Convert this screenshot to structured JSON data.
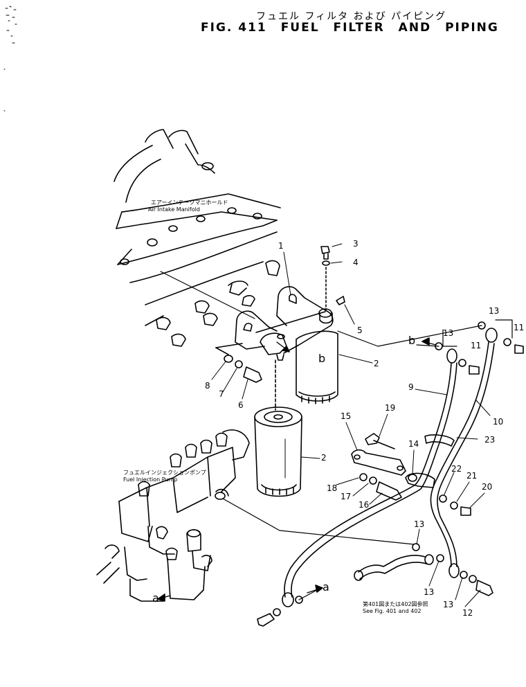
{
  "header": {
    "title_jp": "フュエル フィルタ および パイピング",
    "fig_label": "FIG. 411",
    "title_words": [
      "FUEL",
      "FILTER",
      "AND",
      "PIPING"
    ]
  },
  "labels": {
    "air_intake_jp": "エアーインテークマニホールド",
    "air_intake_en": "Air Intake Manifold",
    "injection_pump_jp": "フュエルインジェクションポンプ",
    "injection_pump_en": "Fuel Injection Pump",
    "see_fig_jp": "第401図または402図参照",
    "see_fig_en": "See Fig. 401 and 402"
  },
  "part_numbers": {
    "p1": "1",
    "p2a": "2",
    "p2b": "2",
    "p3": "3",
    "p4": "4",
    "p5": "5",
    "p6": "6",
    "p7": "7",
    "p8": "8",
    "p9": "9",
    "p10": "10",
    "p11a": "11",
    "p11b": "11",
    "p12": "12",
    "p13a": "13",
    "p13b": "13",
    "p13c": "13",
    "p13d": "13",
    "p13e": "13",
    "p14": "14",
    "p15": "15",
    "p16": "16",
    "p17": "17",
    "p18": "18",
    "p19": "19",
    "p20": "20",
    "p21": "21",
    "p22": "22",
    "p23": "23"
  },
  "refs": {
    "a1": "a",
    "a2": "a",
    "b1": "b",
    "b2": "b"
  }
}
